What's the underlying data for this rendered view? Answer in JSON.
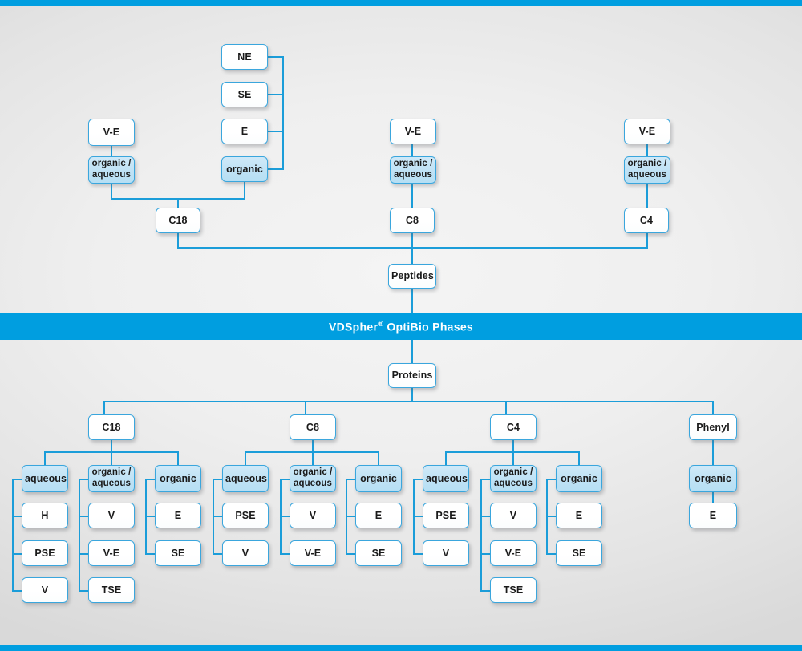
{
  "banner": {
    "text_main": "VDSpher",
    "text_sup": "®",
    "text_rest": " OptiBio Phases",
    "full_text": "VDSpher® OptiBio Phases",
    "color": "#009ee0"
  },
  "colors": {
    "accent": "#009ee0",
    "line": "#1b9dd9",
    "box_border": "#3aa6dd",
    "box_fill_white": "#ffffff",
    "box_fill_blue": "#bfe2f5",
    "background": "#eeeeee"
  },
  "peptides": {
    "root_label": "Peptides",
    "branches": [
      {
        "phase": "C18",
        "groups": [
          {
            "label_line1": "organic /",
            "label_line2": "aqueous",
            "highlight": true,
            "children": [
              "V-E"
            ]
          },
          {
            "label_line1": "organic",
            "label_line2": "",
            "highlight": true,
            "children": [
              "NE",
              "SE",
              "E"
            ]
          }
        ]
      },
      {
        "phase": "C8",
        "groups": [
          {
            "label_line1": "organic /",
            "label_line2": "aqueous",
            "highlight": true,
            "children": [
              "V-E"
            ]
          }
        ]
      },
      {
        "phase": "C4",
        "groups": [
          {
            "label_line1": "organic /",
            "label_line2": "aqueous",
            "highlight": true,
            "children": [
              "V-E"
            ]
          }
        ]
      }
    ]
  },
  "proteins": {
    "root_label": "Proteins",
    "branches": [
      {
        "phase": "C18",
        "groups": [
          {
            "label_line1": "aqueous",
            "label_line2": "",
            "highlight": true,
            "children": [
              "H",
              "PSE",
              "V"
            ]
          },
          {
            "label_line1": "organic /",
            "label_line2": "aqueous",
            "highlight": true,
            "children": [
              "V",
              "V-E",
              "TSE"
            ]
          },
          {
            "label_line1": "organic",
            "label_line2": "",
            "highlight": true,
            "children": [
              "E",
              "SE"
            ]
          }
        ]
      },
      {
        "phase": "C8",
        "groups": [
          {
            "label_line1": "aqueous",
            "label_line2": "",
            "highlight": true,
            "children": [
              "PSE",
              "V"
            ]
          },
          {
            "label_line1": "organic /",
            "label_line2": "aqueous",
            "highlight": true,
            "children": [
              "V",
              "V-E"
            ]
          },
          {
            "label_line1": "organic",
            "label_line2": "",
            "highlight": true,
            "children": [
              "E",
              "SE"
            ]
          }
        ]
      },
      {
        "phase": "C4",
        "groups": [
          {
            "label_line1": "aqueous",
            "label_line2": "",
            "highlight": true,
            "children": [
              "PSE",
              "V"
            ]
          },
          {
            "label_line1": "organic /",
            "label_line2": "aqueous",
            "highlight": true,
            "children": [
              "V",
              "V-E",
              "TSE"
            ]
          },
          {
            "label_line1": "organic",
            "label_line2": "",
            "highlight": true,
            "children": [
              "E",
              "SE"
            ]
          }
        ]
      },
      {
        "phase": "Phenyl",
        "groups": [
          {
            "label_line1": "organic",
            "label_line2": "",
            "highlight": true,
            "children": [
              "E"
            ]
          }
        ]
      }
    ]
  }
}
